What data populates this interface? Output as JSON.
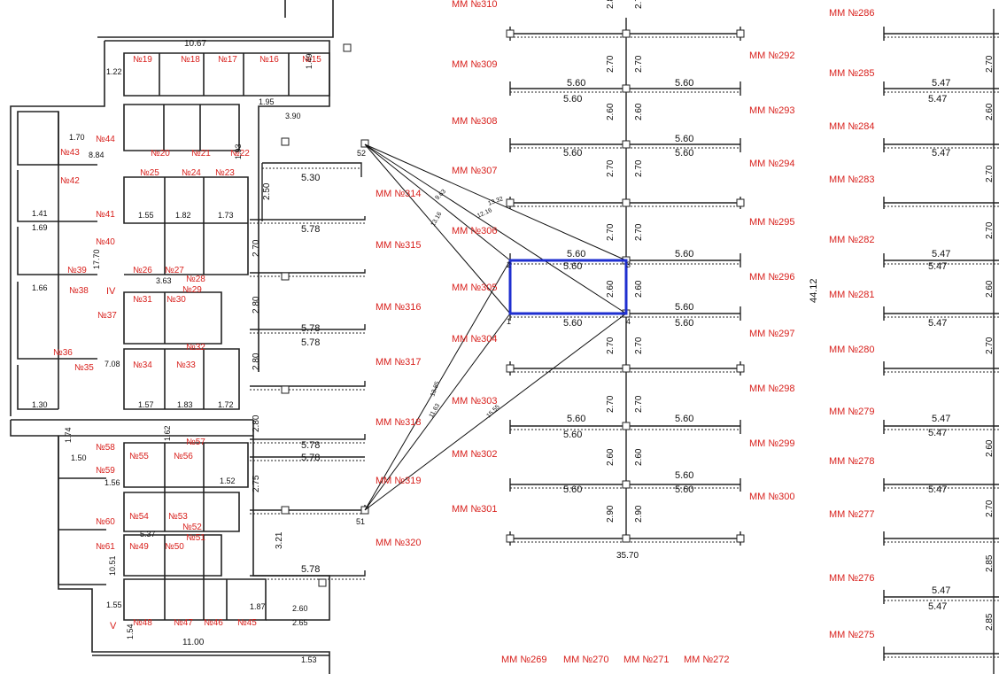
{
  "colors": {
    "line": "#222222",
    "red": "#d8211d",
    "blue": "#1f2fd0",
    "black": "#111111"
  },
  "left_block": {
    "rooms_top": [
      "№19",
      "№18",
      "№17",
      "№16",
      "№15"
    ],
    "rooms_top2": [
      "№20",
      "№21",
      "№22"
    ],
    "rooms_mid": [
      "№25",
      "№24",
      "№23"
    ],
    "rooms_mid2": [
      "№26",
      "№27",
      "№28",
      "№29"
    ],
    "rooms_left": [
      "№44",
      "№43",
      "№42",
      "№41",
      "№40",
      "№39",
      "№38",
      "№37",
      "№36",
      "№35"
    ],
    "rooms_c": [
      "№31",
      "№30",
      "№32",
      "№34",
      "№33"
    ],
    "rooms_low": [
      "№58",
      "№59",
      "№60",
      "№61",
      "№55",
      "№56",
      "№57",
      "№54",
      "№53",
      "№52",
      "№51",
      "№49",
      "№50"
    ],
    "rooms_bottom": [
      "№48",
      "№47",
      "№46",
      "№45"
    ],
    "section_iv": "IV",
    "section_v": "V",
    "dims": {
      "top_width": "10.67",
      "bottom_width": "11.00",
      "d_122": "1.22",
      "d_149": "1.49",
      "d_195": "1.95",
      "d_390": "3.90",
      "d_884": "8.84",
      "d_193": "1.93",
      "d_1770": "17.70",
      "d_363": "3.63",
      "d_708": "7.08",
      "d_1051": "10.51",
      "d_537": "5.37",
      "d_155": "1.55",
      "d_154": "1.54",
      "d_260": "2.60",
      "d_265": "2.65",
      "d_153": "1.53",
      "d_130": "1.30",
      "d_173": "1.73",
      "d_172": "1.72",
      "d_183": "1.83",
      "d_157": "1.57",
      "d_152": "1.52",
      "d_162": "1.62",
      "d_174": "1.74",
      "d_150": "1.50",
      "d_141": "1.41",
      "d_170": "1.70",
      "d_169": "1.69",
      "d_166": "1.66",
      "d_156": "1.56",
      "d_182": "1.82",
      "d_155b": "1.55",
      "d_187": "1.87"
    }
  },
  "middle": {
    "labels": [
      "ММ №314",
      "ММ №315",
      "ММ №316",
      "ММ №317",
      "ММ №318",
      "ММ №319",
      "ММ №320"
    ],
    "dim_530": "5.30",
    "dim_578": "5.78",
    "dim_250": "2.50",
    "dim_270": "2.70",
    "dim_280": "2.80",
    "dim_275": "2.75",
    "dim_321": "3.21",
    "pt_52": "52",
    "pt_51": "51",
    "ray_1332": "13.32",
    "ray_1216": "12.16",
    "ray_963": "9.63",
    "ray_1316": "13.16",
    "ray_1385": "13.85",
    "ray_1163": "11.63",
    "ray_1555": "15.55"
  },
  "right_block": {
    "left_labels": [
      "ММ №310",
      "ММ №309",
      "ММ №308",
      "ММ №307",
      "ММ №306",
      "ММ №305",
      "ММ №304",
      "ММ №303",
      "ММ №302",
      "ММ №301"
    ],
    "right_labels": [
      "ММ №292",
      "ММ №293",
      "ММ №294",
      "ММ №295",
      "ММ №296",
      "ММ №297",
      "ММ №298",
      "ММ №299",
      "ММ №300"
    ],
    "bottom_labels": [
      "ММ №269",
      "ММ №270",
      "ММ №271",
      "ММ №272"
    ],
    "far_labels": [
      "ММ №286",
      "ММ №285",
      "ММ №284",
      "ММ №283",
      "ММ №282",
      "ММ №281",
      "ММ №280",
      "ММ №279",
      "ММ №278",
      "ММ №277",
      "ММ №276",
      "ММ №275"
    ],
    "dim_560": "5.60",
    "dim_547": "5.47",
    "dim_260": "2.60",
    "dim_270": "2.70",
    "dim_280": "2.80",
    "dim_290": "2.90",
    "dim_285": "2.85",
    "total_width": "35.70",
    "total_height": "44.12",
    "corner_1": "1",
    "corner_2": "2",
    "corner_3": "3",
    "corner_4": "4"
  }
}
